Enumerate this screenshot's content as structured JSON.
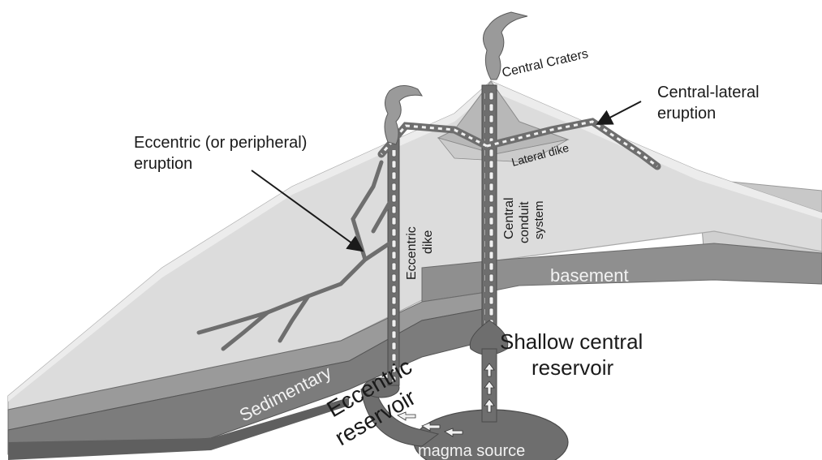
{
  "labels": {
    "central_craters": "Central Craters",
    "central_lateral_1": "Central-lateral",
    "central_lateral_2": "eruption",
    "eccentric_eruption_1": "Eccentric (or peripheral)",
    "eccentric_eruption_2": "eruption",
    "lateral_dike": "Lateral dike",
    "eccentric_dike_1": "Eccentric",
    "eccentric_dike_2": "dike",
    "central_conduit_1": "Central",
    "central_conduit_2": "conduit",
    "central_conduit_3": "system",
    "basement": "basement",
    "sedimentary": "Sedimentary",
    "shallow_reservoir_1": "Shallow central",
    "shallow_reservoir_2": "reservoir",
    "eccentric_reservoir_1": "Eccentric",
    "eccentric_reservoir_2": "reservoir",
    "magma_source": "magma source"
  },
  "colors": {
    "background": "#ffffff",
    "volcano_surface": "#d9d9d9",
    "volcano_edge": "#bdbdbd",
    "rock_dark": "#7a7a7a",
    "basement": "#8c8c8c",
    "magma": "#6e6e6e",
    "arrow_fill": "#f2f2f2",
    "text": "#1a1a1a"
  }
}
